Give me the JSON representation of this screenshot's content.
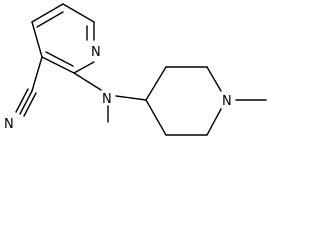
{
  "molecule": {
    "atoms": {
      "pyridine_n": "N",
      "cyano_n": "N",
      "amine_n": "N",
      "piperidine_n": "N"
    }
  }
}
